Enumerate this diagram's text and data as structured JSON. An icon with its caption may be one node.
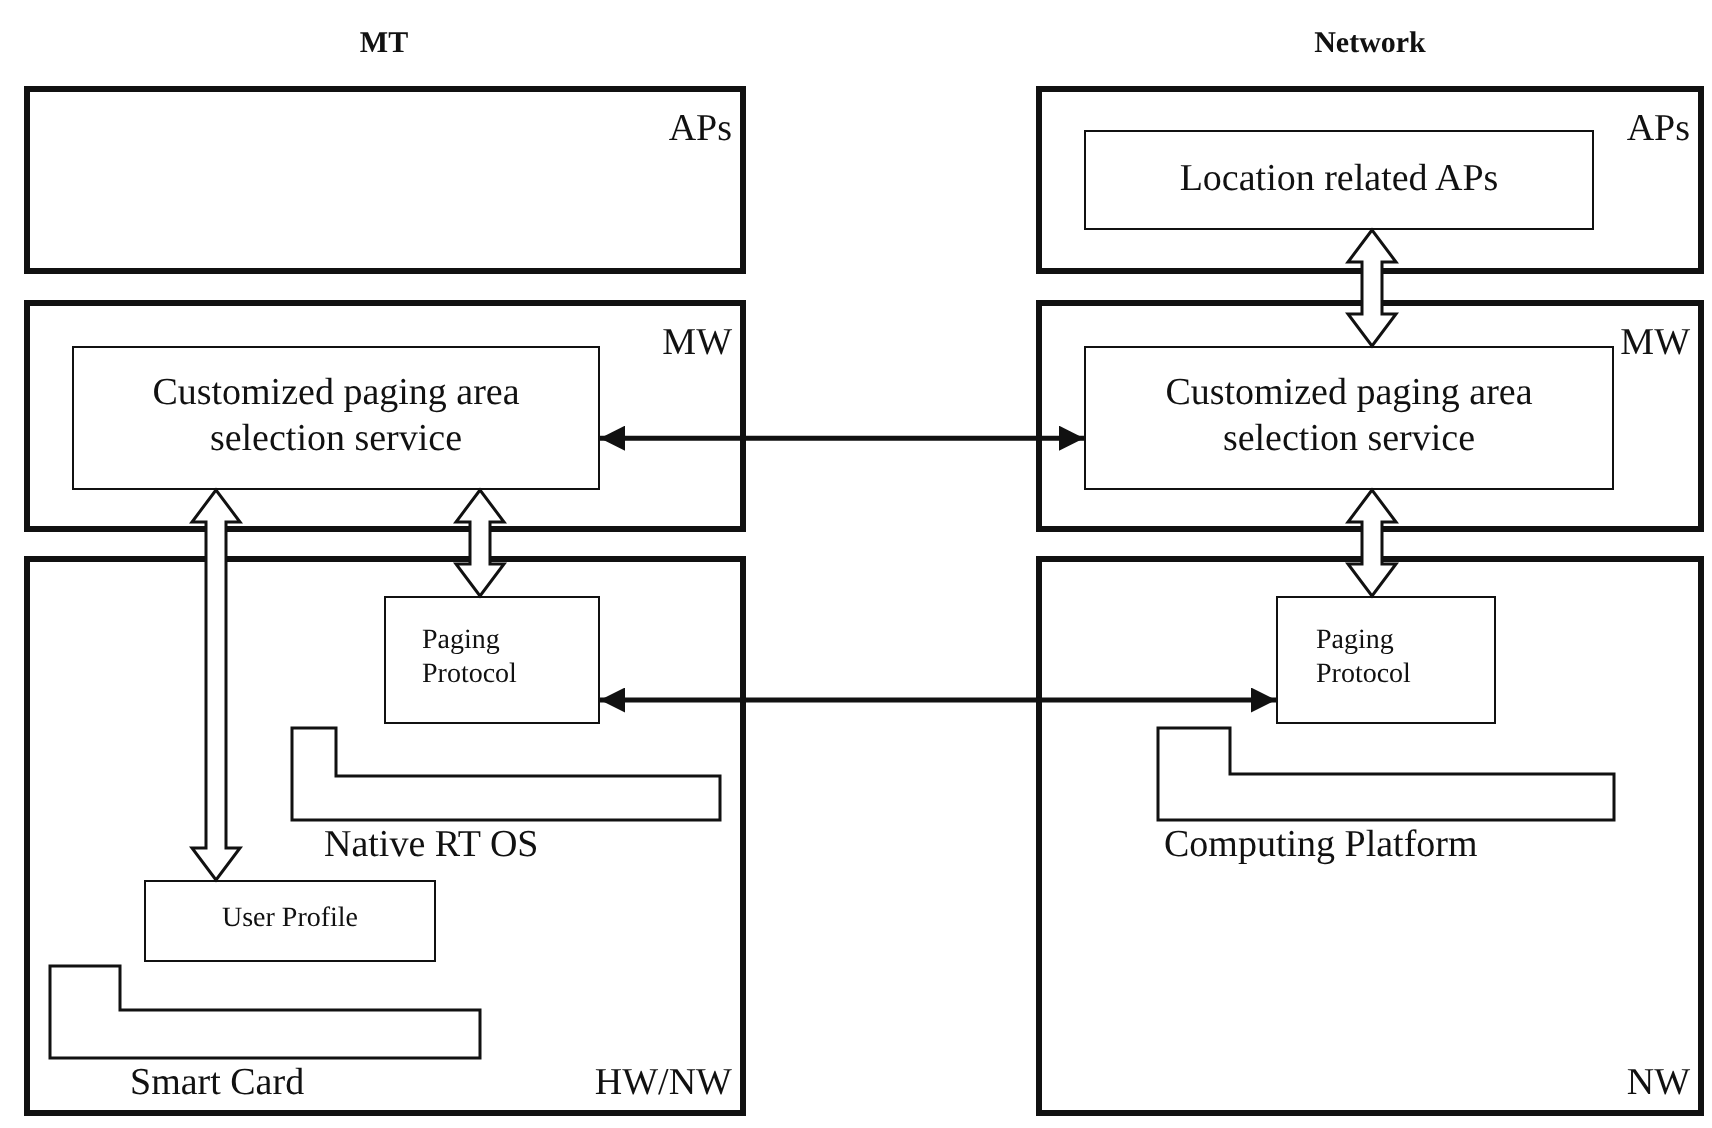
{
  "diagram": {
    "nodes": [
      {
        "text": [
          "APs"
        ]
      },
      {
        "text": [
          "MW"
        ]
      },
      {
        "text": [
          "Customized paging area selection service"
        ],
        "in": 1
      },
      {
        "text": [
          "HW/NW"
        ]
      },
      {
        "text": [
          "Paging Protocol"
        ],
        "in": 3
      },
      {
        "text": [
          "Native RT OS"
        ],
        "in": 3
      },
      {
        "text": [
          "User Profile"
        ],
        "in": 3
      },
      {
        "text": [
          "Smart Card"
        ],
        "in": 3
      },
      {
        "text": [
          "APs"
        ]
      },
      {
        "text": [
          "Location related APs"
        ],
        "in": 8
      },
      {
        "text": [
          "MW"
        ]
      },
      {
        "text": [
          "Customized paging area selection service"
        ],
        "in": 10
      },
      {
        "text": [
          "NW"
        ]
      },
      {
        "text": [
          "Paging Protocol"
        ],
        "in": 12
      },
      {
        "text": [
          "Computing Platform"
        ],
        "in": 12
      }
    ],
    "edges": [
      {
        "from": 11,
        "to": 2,
        "arrow": "both"
      },
      {
        "from": 4,
        "to": 13,
        "arrow": "both"
      },
      {
        "from": 2,
        "to": 6,
        "arrow": "both",
        "style": "thick"
      },
      {
        "from": 2,
        "to": 4,
        "arrow": "both",
        "style": "thick"
      },
      {
        "from": 9,
        "to": 11,
        "arrow": "both",
        "style": "thick"
      },
      {
        "from": 11,
        "to": 13,
        "arrow": "both",
        "style": "thick"
      }
    ],
    "labels": [
      "MT",
      "Network"
    ]
  }
}
